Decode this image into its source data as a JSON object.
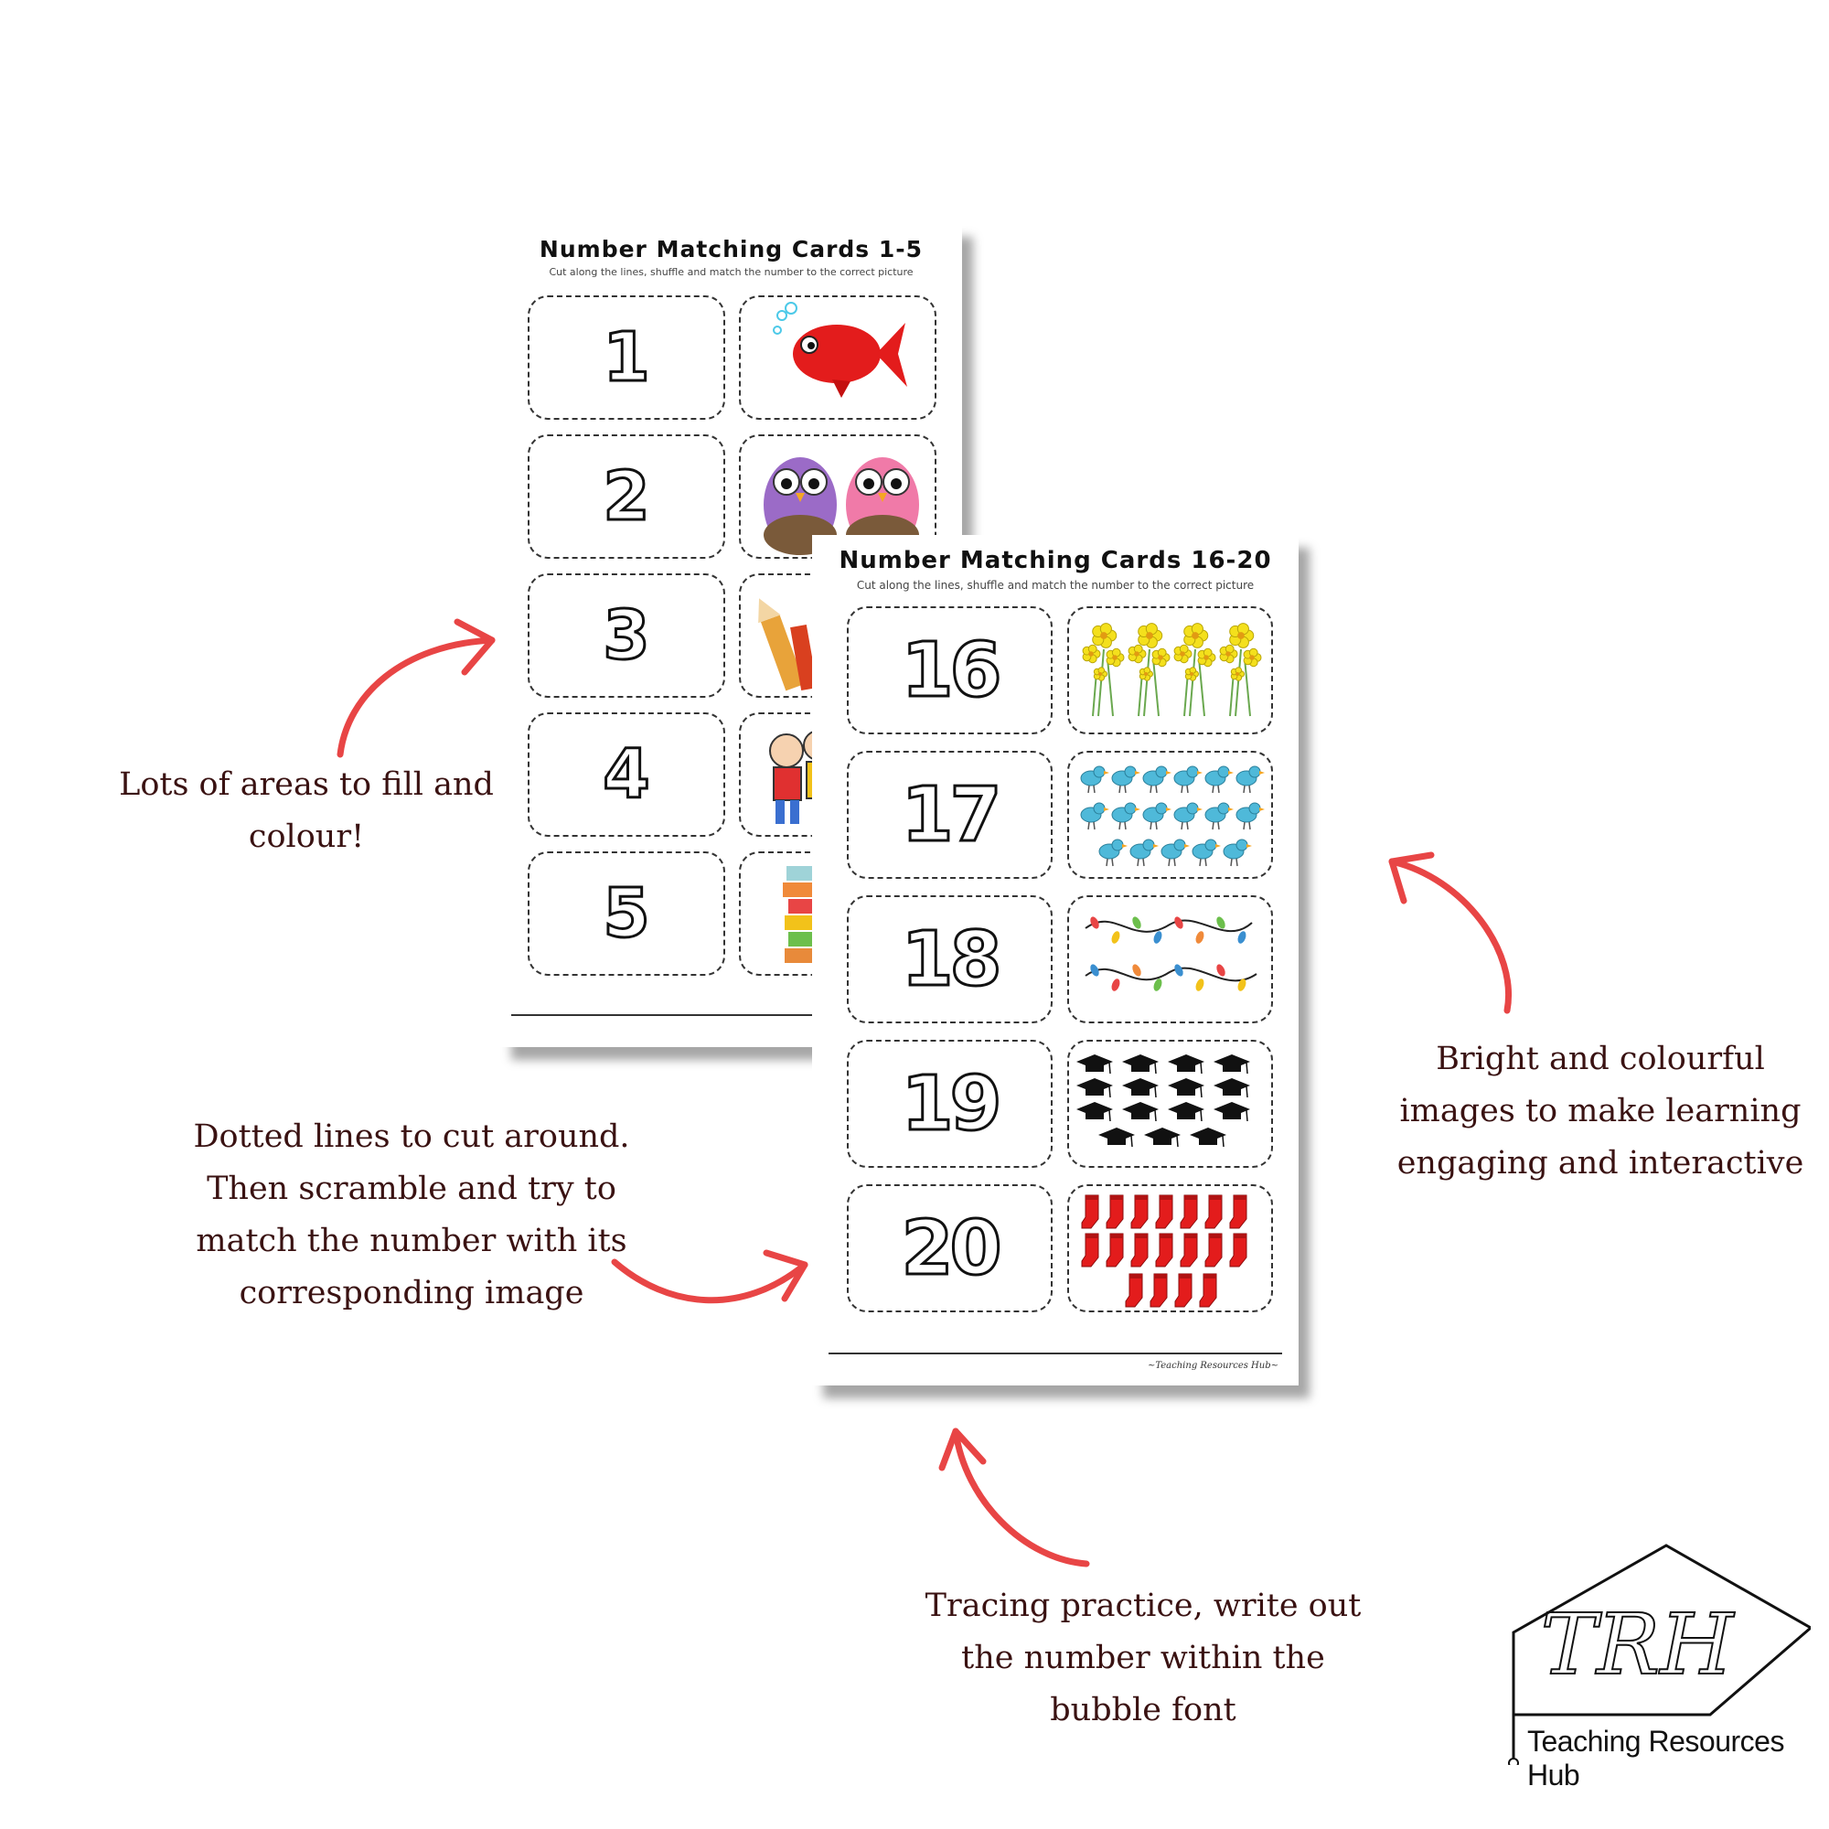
{
  "sheet_back": {
    "title": "Number Matching Cards 1-5",
    "subtitle": "Cut along the lines, shuffle and match the number to the correct picture",
    "numbers": [
      "1",
      "2",
      "3",
      "4",
      "5"
    ]
  },
  "sheet_front": {
    "title": "Number Matching Cards 16-20",
    "subtitle": "Cut along the lines, shuffle and match the number to the correct picture",
    "numbers": [
      "16",
      "17",
      "18",
      "19",
      "20"
    ],
    "footer": "~Teaching Resources Hub~"
  },
  "callouts": {
    "fill_colour": [
      "Lots of areas to fill and",
      "colour!"
    ],
    "dotted_lines": [
      "Dotted lines to cut around.",
      "Then scramble and try to",
      "match the number with its",
      "corresponding image"
    ],
    "bright_images": [
      "Bright and colourful",
      "images to make learning",
      "engaging and interactive"
    ],
    "tracing": [
      "Tracing practice, write out",
      "the number within the",
      "bubble font"
    ]
  },
  "logo": {
    "monogram": "TRH",
    "name": "Teaching Resources Hub"
  },
  "colors": {
    "arrow": "#e84545",
    "callout_text": "#3a1212"
  }
}
